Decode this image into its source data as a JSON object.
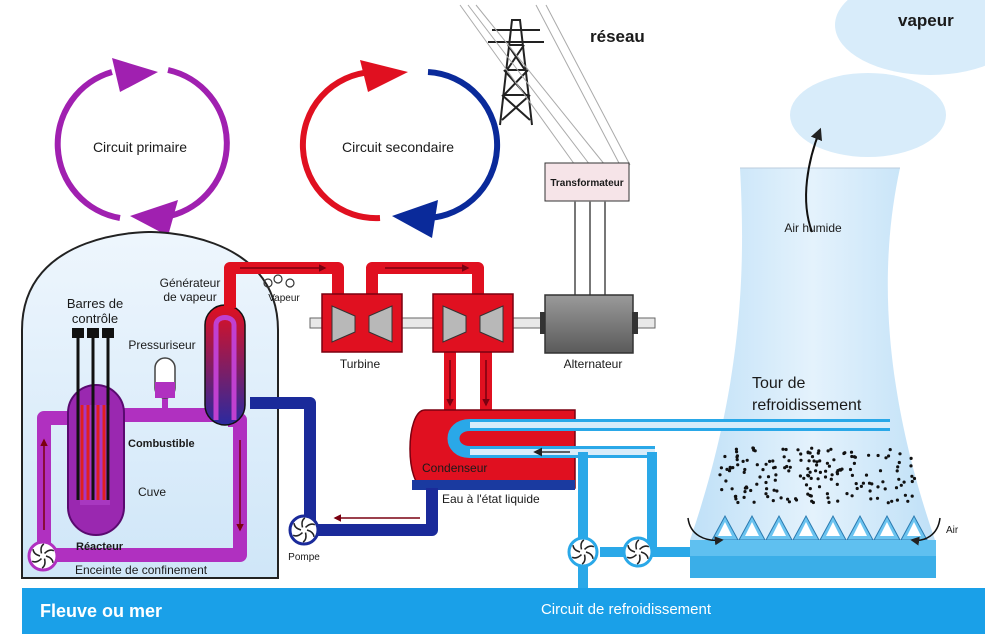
{
  "labels": {
    "vapeur_top": "vapeur",
    "reseau": "réseau",
    "circuit_primaire": "Circuit primaire",
    "circuit_secondaire": "Circuit secondaire",
    "transformateur": "Transformateur",
    "air_humide": "Air humide",
    "generateur_line1": "Générateur",
    "generateur_line2": "de vapeur",
    "vapeur_small": "Vapeur",
    "barres_line1": "Barres de",
    "barres_line2": "contrôle",
    "pressuriseur": "Pressuriseur",
    "turbine": "Turbine",
    "alternateur": "Alternateur",
    "tour_line1": "Tour de",
    "tour_line2": "refroidissement",
    "combustible": "Combustible",
    "cuve": "Cuve",
    "condenseur": "Condenseur",
    "eau_liquide": "Eau à l'état liquide",
    "reacteur": "Réacteur",
    "pompe": "Pompe",
    "air": "Air",
    "enceinte": "Enceinte de confinement",
    "fleuve": "Fleuve ou mer",
    "circuit_refroidissement": "Circuit de refroidissement"
  },
  "colors": {
    "primary": "#a020b0",
    "secondary_hot": "#e01020",
    "secondary_cold": "#0a2a9a",
    "cooling": "#2aa8e8",
    "river": "#1aa0e8"
  }
}
